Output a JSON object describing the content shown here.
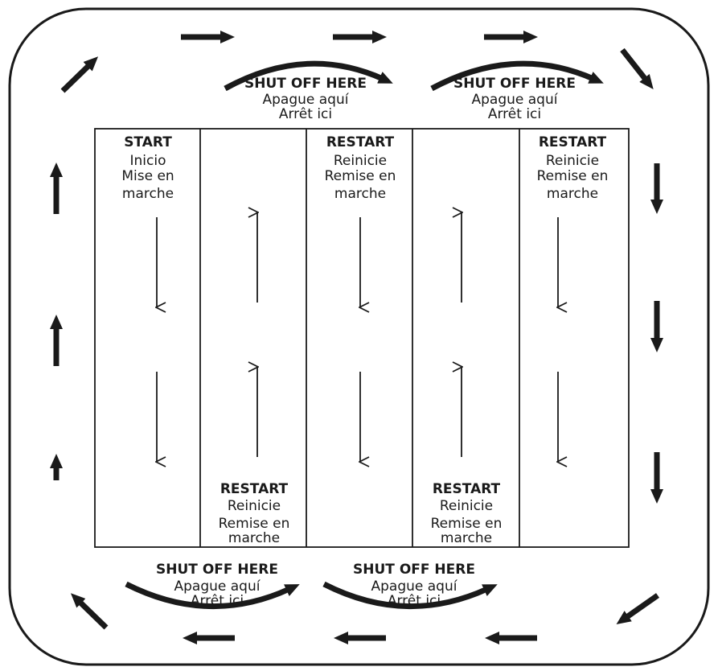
{
  "colors": {
    "ink": "#1a1a1a",
    "background": "#ffffff"
  },
  "lanes": [
    {
      "label_position": "top",
      "title": "START",
      "lines": [
        "Inicio",
        "Mise en",
        "marche"
      ],
      "direction": "down"
    },
    {
      "label_position": "bottom",
      "title": "RESTART",
      "lines": [
        "Reinicie",
        "Remise en",
        "marche"
      ],
      "direction": "up"
    },
    {
      "label_position": "top",
      "title": "RESTART",
      "lines": [
        "Reinicie",
        "Remise en",
        "marche"
      ],
      "direction": "down"
    },
    {
      "label_position": "bottom",
      "title": "RESTART",
      "lines": [
        "Reinicie",
        "Remise en",
        "marche"
      ],
      "direction": "up"
    },
    {
      "label_position": "top",
      "title": "RESTART",
      "lines": [
        "Reinicie",
        "Remise en",
        "marche"
      ],
      "direction": "down"
    }
  ],
  "shutoff_top": [
    {
      "title": "SHUT OFF HERE",
      "line1": "Apague aquí",
      "line2": "Arrêt ici"
    },
    {
      "title": "SHUT OFF HERE",
      "line1": "Apague aquí",
      "line2": "Arrêt ici"
    }
  ],
  "shutoff_bottom": [
    {
      "title": "SHUT OFF HERE",
      "line1": "Apague aquí",
      "line2": "Arrêt ici"
    },
    {
      "title": "SHUT OFF HERE",
      "line1": "Apague aquí",
      "line2": "Arrêt ici"
    }
  ]
}
